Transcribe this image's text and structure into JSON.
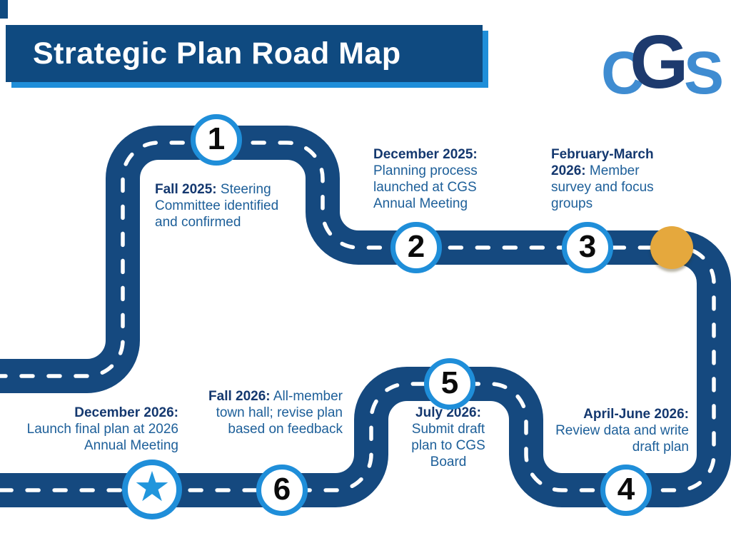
{
  "header": {
    "title": "Strategic Plan Road Map",
    "logo_letters": [
      "C",
      "G",
      "S"
    ]
  },
  "colors": {
    "navy": "#15497f",
    "banner": "#0f4a80",
    "accent": "#1f8ed9",
    "ink-bold": "#14386f",
    "ink-body": "#1d5f99",
    "star": "#2196dc",
    "gold": "#e5a83d"
  },
  "milestones": [
    {
      "marker": "1",
      "heading": "Fall 2025:",
      "body": "Steering Committee identified and confirmed"
    },
    {
      "marker": "2",
      "heading": "December 2025:",
      "body": "Planning process launched at CGS Annual Meeting"
    },
    {
      "marker": "3",
      "heading": "February-March 2026:",
      "body": "Member survey and focus groups"
    },
    {
      "marker": "4",
      "heading": "April-June 2026:",
      "body": "Review data and write draft plan"
    },
    {
      "marker": "5",
      "heading": "July 2026:",
      "body": "Submit draft plan to CGS Board"
    },
    {
      "marker": "6",
      "heading": "Fall 2026:",
      "body": "All-member town hall; revise plan based on feedback"
    },
    {
      "marker": "star",
      "heading": "December 2026:",
      "body": "Launch final plan at 2026 Annual Meeting"
    }
  ],
  "symbols": {
    "star_glyph": "★"
  }
}
